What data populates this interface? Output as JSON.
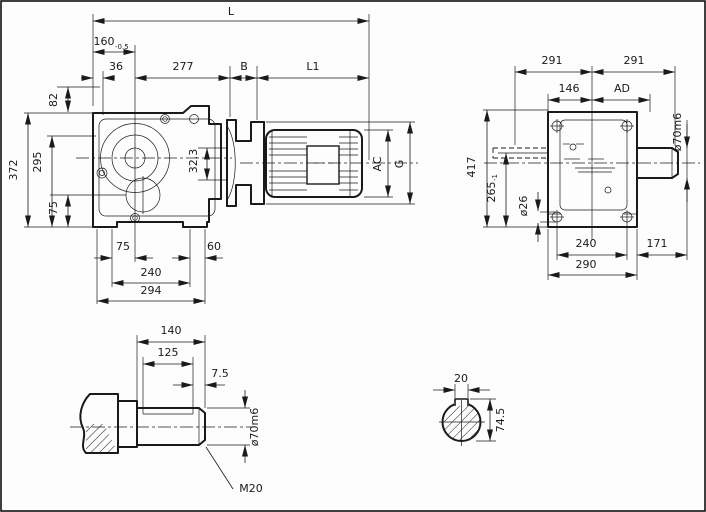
{
  "drawing_type": "gear-reducer-dimensional-drawing",
  "colors": {
    "ink": "#1a1a1a",
    "paper": "#fdfdfd"
  },
  "side_view": {
    "dims": {
      "L": "L",
      "len_160": "160",
      "len_160_tol": "-0.5",
      "w_36": "36",
      "w_277": "277",
      "B": "B",
      "L1": "L1",
      "h_82": "82",
      "h_372": "372",
      "h_295": "295",
      "h_75": "75",
      "off_32_3": "32.3",
      "AC": "AC",
      "G": "G",
      "b_75": "75",
      "b_60": "60",
      "b_240": "240",
      "b_294": "294"
    }
  },
  "front_view": {
    "dims": {
      "w_291_left": "291",
      "w_291_right": "291",
      "w_146": "146",
      "AD": "AD",
      "shaft_dia": "ø70m6",
      "h_417": "417",
      "h_265": "265",
      "h_265_tol": "-1",
      "hole_dia": "ø26",
      "b_240": "240",
      "b_290": "290",
      "b_171": "171"
    }
  },
  "shaft_detail": {
    "dims": {
      "len_140": "140",
      "len_125": "125",
      "off_7_5": "7.5",
      "dia": "ø70m6",
      "thread": "M20"
    }
  },
  "keyway_detail": {
    "dims": {
      "w_20": "20",
      "h_74_5": "74.5"
    }
  }
}
